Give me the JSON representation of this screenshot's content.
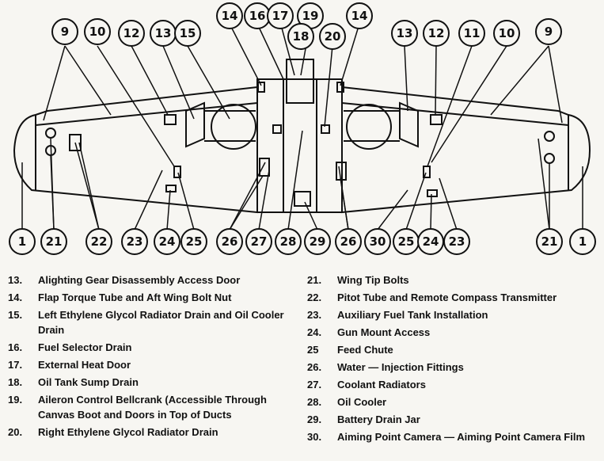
{
  "callouts": {
    "left_wing_top": [
      "9",
      "10",
      "12",
      "13",
      "15"
    ],
    "center_top": [
      "14",
      "16",
      "17",
      "19",
      "18",
      "20",
      "14"
    ],
    "right_wing_top": [
      "13",
      "12",
      "11",
      "10",
      "9"
    ],
    "bottom": [
      "1",
      "21",
      "22",
      "23",
      "24",
      "25",
      "26",
      "27",
      "28",
      "29",
      "26",
      "30",
      "25",
      "24",
      "23",
      "21",
      "1"
    ]
  },
  "legend_left": [
    {
      "num": "13.",
      "text": "Alighting Gear Disassembly Access Door"
    },
    {
      "num": "14.",
      "text": "Flap Torque Tube and Aft Wing Bolt Nut"
    },
    {
      "num": "15.",
      "text": "Left Ethylene Glycol Radiator Drain and Oil Cooler Drain"
    },
    {
      "num": "16.",
      "text": "Fuel Selector Drain"
    },
    {
      "num": "17.",
      "text": "External Heat Door"
    },
    {
      "num": "18.",
      "text": "Oil Tank Sump Drain"
    },
    {
      "num": "19.",
      "text": "Aileron Control Bellcrank (Accessible Through Canvas Boot and Doors in Top of Ducts"
    },
    {
      "num": "20.",
      "text": "Right Ethylene Glycol Radiator Drain"
    }
  ],
  "legend_right": [
    {
      "num": "21.",
      "text": "Wing Tip Bolts"
    },
    {
      "num": "22.",
      "text": "Pitot Tube and Remote Compass Transmitter"
    },
    {
      "num": "23.",
      "text": "Auxiliary Fuel Tank Installation"
    },
    {
      "num": "24.",
      "text": "Gun Mount Access"
    },
    {
      "num": "25",
      "text": "Feed Chute"
    },
    {
      "num": "26.",
      "text": "Water — Injection Fittings"
    },
    {
      "num": "27.",
      "text": "Coolant Radiators"
    },
    {
      "num": "28.",
      "text": "Oil Cooler"
    },
    {
      "num": "29.",
      "text": "Battery Drain Jar"
    },
    {
      "num": "30.",
      "text": "Aiming Point Camera — Aiming Point Camera Film"
    }
  ],
  "colors": {
    "ink": "#111111",
    "paper": "#f7f6f2"
  }
}
